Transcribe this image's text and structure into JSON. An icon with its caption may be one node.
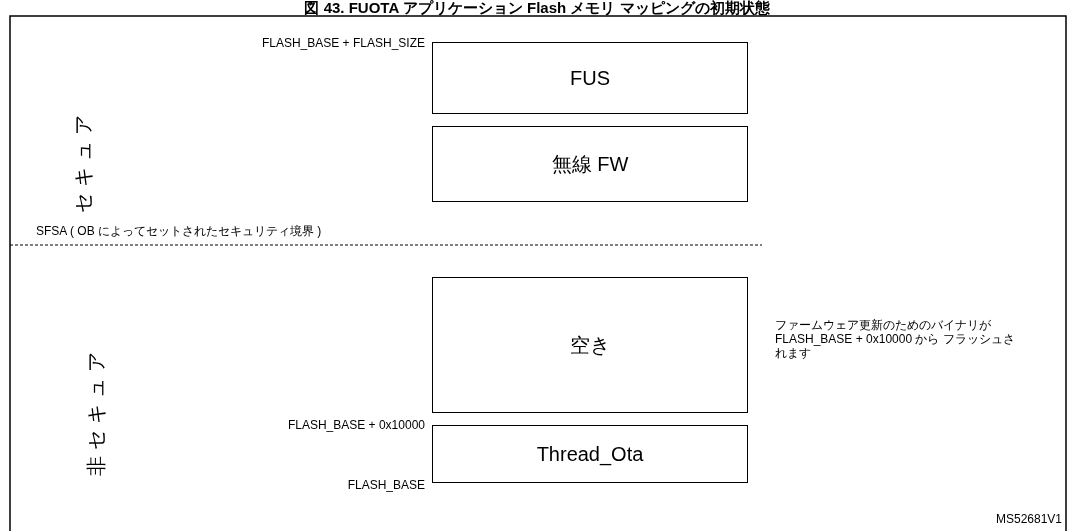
{
  "diagram": {
    "title": "図 43. FUOTA アプリケーション Flash メモリ マッピングの初期状態",
    "nodes": [
      {
        "text": [
          "FUS"
        ]
      },
      {
        "text": [
          "無線 FW"
        ]
      },
      {
        "text": [
          "空き"
        ]
      },
      {
        "text": [
          "Thread_Ota"
        ]
      }
    ],
    "edges": [],
    "labels": [
      "FLASH_BASE + FLASH_SIZE",
      "セキュア",
      "SFSA ( OB によってセットされたセキュリティ境界 )",
      "非セキュア",
      "ファームウェア更新のためのバイナリが FLASH_BASE + 0x10000 から フラッシュされます",
      "FLASH_BASE + 0x10000",
      "FLASH_BASE",
      "MS52681V1"
    ]
  }
}
